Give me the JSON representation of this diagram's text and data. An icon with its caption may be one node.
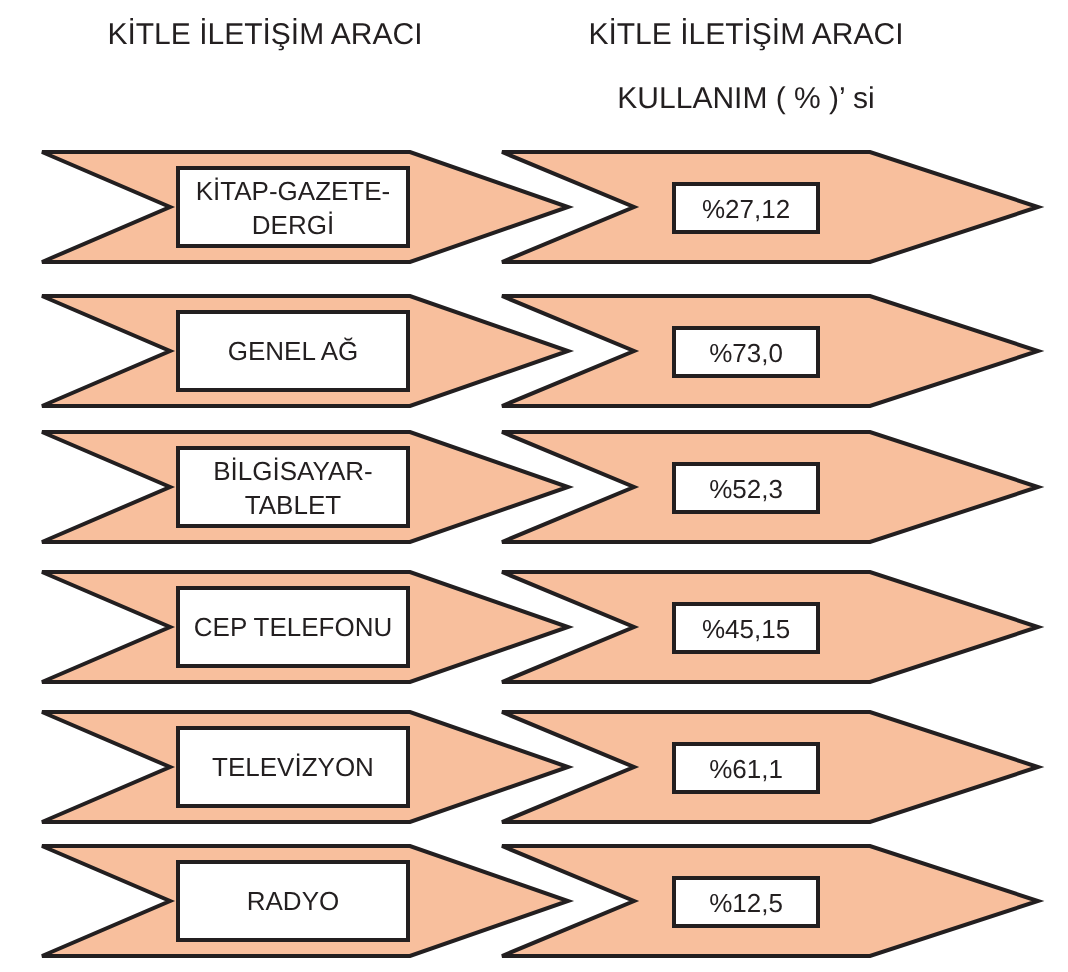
{
  "diagram": {
    "nodes": [
      {
        "text": [],
        "shape": "chevron"
      },
      {
        "text": [
          "KİTAP-GAZETE-DERGİ"
        ],
        "in": 0
      },
      {
        "text": [],
        "shape": "chevron"
      },
      {
        "text": [
          "%27,12"
        ],
        "in": 2
      },
      {
        "text": [],
        "shape": "chevron"
      },
      {
        "text": [
          "GENEL AĞ"
        ],
        "in": 4
      },
      {
        "text": [],
        "shape": "chevron"
      },
      {
        "text": [
          "%73,0"
        ],
        "in": 6
      },
      {
        "text": [],
        "shape": "chevron"
      },
      {
        "text": [
          "BİLGİSAYAR-TABLET"
        ],
        "in": 8
      },
      {
        "text": [],
        "shape": "chevron"
      },
      {
        "text": [
          "%52,3"
        ],
        "in": 10
      },
      {
        "text": [],
        "shape": "chevron"
      },
      {
        "text": [
          "CEP TELEFONU"
        ],
        "in": 12
      },
      {
        "text": [],
        "shape": "chevron"
      },
      {
        "text": [
          "%45,15"
        ],
        "in": 14
      },
      {
        "text": [],
        "shape": "chevron"
      },
      {
        "text": [
          "TELEVİZYON"
        ],
        "in": 16
      },
      {
        "text": [],
        "shape": "chevron"
      },
      {
        "text": [
          "%61,1"
        ],
        "in": 18
      },
      {
        "text": [],
        "shape": "chevron"
      },
      {
        "text": [
          "RADYO"
        ],
        "in": 20
      },
      {
        "text": [],
        "shape": "chevron"
      },
      {
        "text": [
          "%12,5"
        ],
        "in": 22
      }
    ],
    "labels": [
      "KİTLE İLETİŞİM ARACI",
      "KİTLE İLETİŞİM ARACI KULLANIM ( % )’ si"
    ]
  }
}
